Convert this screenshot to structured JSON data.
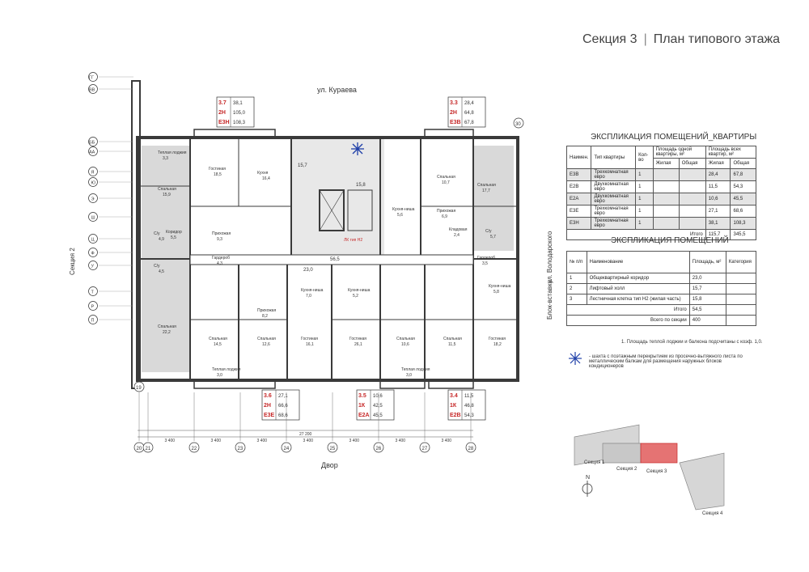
{
  "header": {
    "section": "Секция 3",
    "title": "План типового этажа"
  },
  "streets": {
    "top": "ул. Кураева",
    "bottom": "Двор",
    "right": "ул. Володарского",
    "right2": "Блок-вставка",
    "left": "Секция 2"
  },
  "axes": {
    "columns": [
      "20",
      "21",
      "22",
      "23",
      "24",
      "25",
      "26",
      "27",
      "28"
    ],
    "column_extra": [
      "19",
      "30"
    ],
    "dims": [
      "3 400",
      "3 400",
      "3 400",
      "3 400",
      "3 400",
      "3 400",
      "3 400",
      "3 400"
    ],
    "total": "27 200",
    "rows": [
      "ГГ",
      "ВВ",
      "ББ",
      "АА",
      "Я",
      "Ю",
      "Э",
      "Ш",
      "Ц",
      "Ф",
      "У",
      "Т",
      "Р",
      "П"
    ]
  },
  "apartments": [
    {
      "num": "3.7",
      "rooms": "2Н",
      "type": "Е3Н",
      "v1": "38,1",
      "v2": "105,0",
      "v3": "108,3"
    },
    {
      "num": "3.3",
      "rooms": "2Н",
      "type": "Е3В",
      "v1": "28,4",
      "v2": "64,8",
      "v3": "67,8"
    },
    {
      "num": "3.6",
      "rooms": "2Н",
      "type": "Е3Е",
      "v1": "27,1",
      "v2": "66,6",
      "v3": "68,6"
    },
    {
      "num": "3.5",
      "rooms": "1К",
      "type": "Е2А",
      "v1": "10,6",
      "v2": "42,5",
      "v3": "45,5"
    },
    {
      "num": "3.4",
      "rooms": "1К",
      "type": "Е2В",
      "v1": "11,5",
      "v2": "46,8",
      "v3": "54,3"
    }
  ],
  "rooms": [
    {
      "name": "Теплая лоджия",
      "area": "3,3"
    },
    {
      "name": "Спальная",
      "area": "15,9"
    },
    {
      "name": "Гостиная",
      "area": "18,5"
    },
    {
      "name": "Кухня",
      "area": "16,4"
    },
    {
      "name": "Коридор",
      "area": "5,5"
    },
    {
      "name": "Прихожая",
      "area": "9,3"
    },
    {
      "name": "Гардероб",
      "area": "4,3"
    },
    {
      "name": "С/у",
      "area": "4,9"
    },
    {
      "name": "С/у",
      "area": "4,5"
    },
    {
      "name": "Спальная",
      "area": "22,2"
    },
    {
      "name": "Спальная",
      "area": "14,5"
    },
    {
      "name": "Спальная",
      "area": "12,6"
    },
    {
      "name": "Прихожая",
      "area": "8,2"
    },
    {
      "name": "Теплая лоджия",
      "area": "3,0"
    },
    {
      "name": "Кухня-ниша",
      "area": "7,0"
    },
    {
      "name": "Кухня-ниша",
      "area": "5,2"
    },
    {
      "name": "Гостиная",
      "area": "16,1"
    },
    {
      "name": "Гостиная",
      "area": "26,1"
    },
    {
      "name": "Спальная",
      "area": "10,6"
    },
    {
      "name": "Спальная",
      "area": "11,5"
    },
    {
      "name": "Гостиная",
      "area": "18,2"
    },
    {
      "name": "Кухня-ниша",
      "area": "5,8"
    },
    {
      "name": "Теплая лоджия",
      "area": "3,0"
    },
    {
      "name": "Спальная",
      "area": "10,7"
    },
    {
      "name": "Спальная",
      "area": "17,7"
    },
    {
      "name": "Гардероб",
      "area": "3,5"
    },
    {
      "name": "Кладовая",
      "area": "2,4"
    },
    {
      "name": "С/у",
      "area": "5,7"
    },
    {
      "name": "Прихожая",
      "area": "6,9"
    },
    {
      "name": "Кухня-ниша",
      "area": "5,6"
    }
  ],
  "core": {
    "lk": "ЛК тип Н2",
    "hall_areas": [
      "15,7",
      "15,8",
      "56,5",
      "23,0"
    ]
  },
  "expl_apt": {
    "title": "ЭКСПЛИКАЦИЯ ПОМЕЩЕНИЙ_КВАРТИРЫ",
    "headers": [
      "Наимен.",
      "Тип квартиры",
      "Кол-во",
      "Площадь одной квартиры, м²",
      "Площадь всех квартир, м²"
    ],
    "subheaders": [
      "Жилая",
      "Общая",
      "Жилая",
      "Общая"
    ],
    "rows": [
      [
        "Е3В",
        "Трехкомнатная евро",
        "1",
        "",
        "",
        "28,4",
        "67,8"
      ],
      [
        "Е2В",
        "Двухкомнатная евро",
        "1",
        "",
        "",
        "11,5",
        "54,3"
      ],
      [
        "Е2А",
        "Двухкомнатная евро",
        "1",
        "",
        "",
        "10,6",
        "45,5"
      ],
      [
        "Е3Е",
        "Трехкомнатная евро",
        "1",
        "",
        "",
        "27,1",
        "68,6"
      ],
      [
        "Е3Н",
        "Трехкомнатная евро",
        "1",
        "",
        "",
        "38,1",
        "108,3"
      ]
    ],
    "total_label": "Итого",
    "total": [
      "115,7",
      "345,5"
    ]
  },
  "expl_rooms": {
    "title": "ЭКСПЛИКАЦИЯ ПОМЕЩЕНИЙ",
    "headers": [
      "№ п/п",
      "Наименование",
      "Площадь, м²",
      "Категория"
    ],
    "rows": [
      [
        "1",
        "Общеквартирный коридор",
        "23,0",
        ""
      ],
      [
        "2",
        "Лифтовый холл",
        "15,7",
        ""
      ],
      [
        "3",
        "Лестничная клетка тип Н2 (жилая часть)",
        "15,8",
        ""
      ]
    ],
    "total_label": "Итого",
    "total": "54,5",
    "section_total_label": "Всего по секции",
    "section_total": "400"
  },
  "footnote": "1. Площадь теплой лоджии и балкона подсчитаны с коэф. 1,0.",
  "legend_text": "- шахта с поэтажным перекрытием из просечно-вытяжного листа по металлическим балкам для размещения наружных блоков кондиционеров",
  "keyplan": {
    "north": "N",
    "labels": [
      "Секция 1",
      "Секция 2",
      "Секция 3",
      "Секция 4"
    ]
  },
  "colors": {
    "accent": "#c62828",
    "wall": "#3a3a3a",
    "fill": "#d9d9d9",
    "highlight": "#e57373"
  }
}
